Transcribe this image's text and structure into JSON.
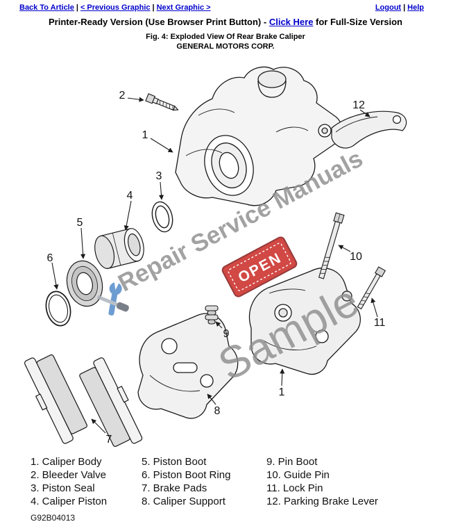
{
  "header": {
    "sep": "|",
    "left_links": [
      "Back To Article",
      "< Previous Graphic",
      "Next Graphic >"
    ],
    "right_links": [
      "Logout",
      "Help"
    ]
  },
  "printer_line": {
    "prefix": "Printer-Ready Version (Use Browser Print Button) - ",
    "link": "Click Here",
    "suffix": " for Full-Size Version"
  },
  "figure": {
    "caption": "Fig. 4: Exploded View Of Rear Brake Caliper",
    "company": "GENERAL MOTORS CORP.",
    "part_code": "G92B04013"
  },
  "diagram": {
    "callouts": [
      "2",
      "1",
      "12",
      "3",
      "4",
      "5",
      "6",
      "10",
      "11",
      "9",
      "8",
      "7",
      "1"
    ],
    "watermark": {
      "line1": "Repair Service Manuals",
      "line2": "Sample",
      "badge": "OPEN",
      "badge_color": "#c8201c",
      "gray": "#8e8e8e"
    }
  },
  "legend": {
    "col1": [
      "1. Caliper Body",
      "2. Bleeder Valve",
      "3. Piston Seal",
      "4. Caliper Piston"
    ],
    "col2": [
      "5. Piston Boot",
      "6. Piston Boot Ring",
      "7. Brake Pads",
      "8. Caliper Support"
    ],
    "col3": [
      "9. Pin Boot",
      "10. Guide Pin",
      "11. Lock Pin",
      "12. Parking Brake Lever"
    ]
  }
}
